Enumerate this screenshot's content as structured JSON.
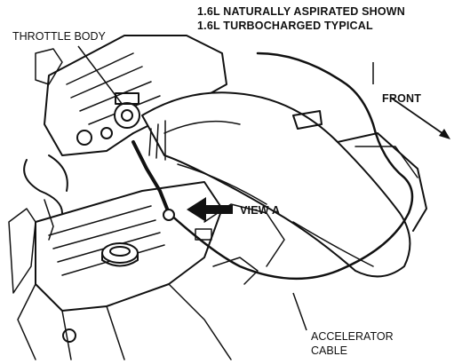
{
  "diagram": {
    "labels": {
      "note_line_1": "1.6L NATURALLY ASPIRATED SHOWN",
      "note_line_2": "1.6L TURBOCHARGED TYPICAL",
      "throttle_body": "THROTTLE BODY",
      "front": "FRONT",
      "view_a": "VIEW A",
      "accelerator_cable_1": "ACCELERATOR",
      "accelerator_cable_2": "CABLE"
    },
    "colors": {
      "ink": "#111111",
      "paper": "#ffffff"
    }
  }
}
